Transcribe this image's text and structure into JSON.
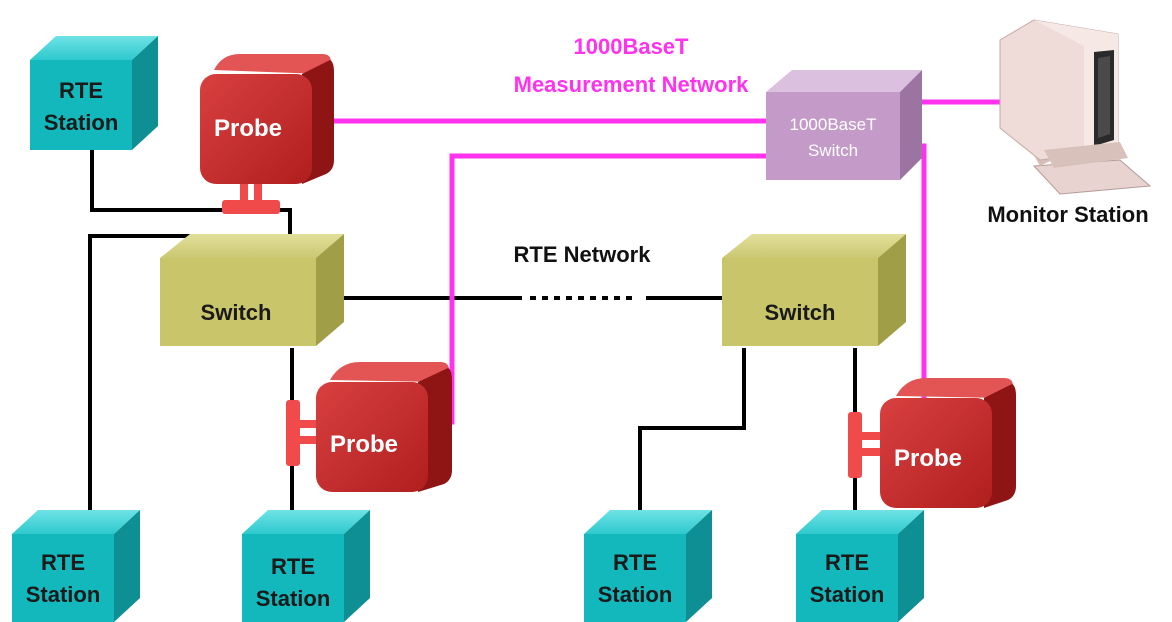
{
  "measurement_network": {
    "line1": "1000BaseT",
    "line2": "Measurement Network"
  },
  "rte_network_label": "RTE Network",
  "monitor_station_label": "Monitor Station",
  "gigabit_switch": {
    "line1": "1000BaseT",
    "line2": "Switch"
  },
  "switches": [
    {
      "label": "Switch"
    },
    {
      "label": "Switch"
    }
  ],
  "probes": [
    {
      "label": "Probe"
    },
    {
      "label": "Probe"
    },
    {
      "label": "Probe"
    }
  ],
  "stations": [
    {
      "line1": "RTE",
      "line2": "Station"
    },
    {
      "line1": "RTE",
      "line2": "Station"
    },
    {
      "line1": "RTE",
      "line2": "Station"
    },
    {
      "line1": "RTE",
      "line2": "Station"
    },
    {
      "line1": "RTE",
      "line2": "Station"
    }
  ],
  "colors": {
    "station": "#13b8bc",
    "switch": "#c9c56b",
    "probe": "#cc2a2a",
    "gigabit_switch": "#c49ac8",
    "measurement_link": "#ff33ee",
    "rte_link": "#000000",
    "tap": "#f04a4a"
  }
}
